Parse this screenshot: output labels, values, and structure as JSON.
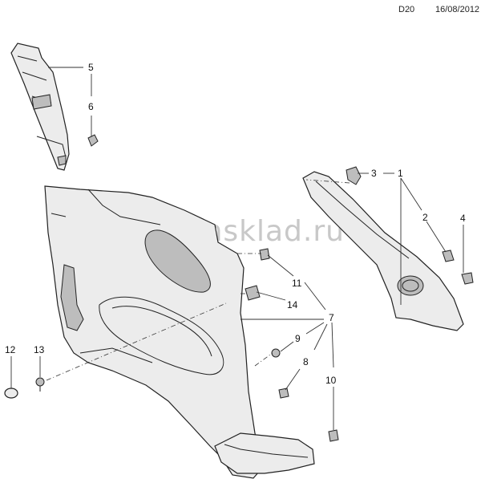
{
  "header": {
    "code": "D20",
    "date": "16/08/2012"
  },
  "watermark": "www.gmsklad.ru",
  "callouts": [
    {
      "id": "1",
      "label": "1"
    },
    {
      "id": "2",
      "label": "2"
    },
    {
      "id": "3",
      "label": "3"
    },
    {
      "id": "4",
      "label": "4"
    },
    {
      "id": "5",
      "label": "5"
    },
    {
      "id": "6",
      "label": "6"
    },
    {
      "id": "7",
      "label": "7"
    },
    {
      "id": "8",
      "label": "8"
    },
    {
      "id": "9",
      "label": "9"
    },
    {
      "id": "10",
      "label": "10"
    },
    {
      "id": "11",
      "label": "11"
    },
    {
      "id": "12",
      "label": "12"
    },
    {
      "id": "13",
      "label": "13"
    },
    {
      "id": "14",
      "label": "14"
    }
  ]
}
